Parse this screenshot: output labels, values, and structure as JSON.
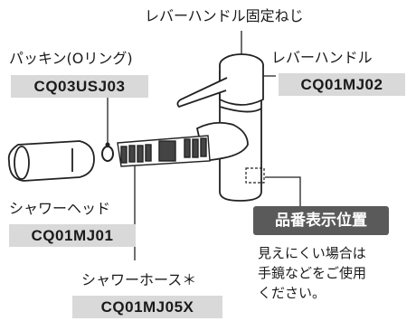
{
  "labels": {
    "lever_screw": "レバーハンドル固定ねじ",
    "packing": "パッキン(Oリング)",
    "packing_code": "CQ03USJ03",
    "lever": "レバーハンドル",
    "lever_code": "CQ01MJ02",
    "head": "シャワーヘッド",
    "head_code": "CQ01MJ01",
    "hose": "シャワーホース＊",
    "hose_code": "CQ01MJ05X",
    "position": "品番表示位置",
    "note_line1": "見えにくい場合は",
    "note_line2": "手鏡などをご使用",
    "note_line3": "ください。"
  }
}
